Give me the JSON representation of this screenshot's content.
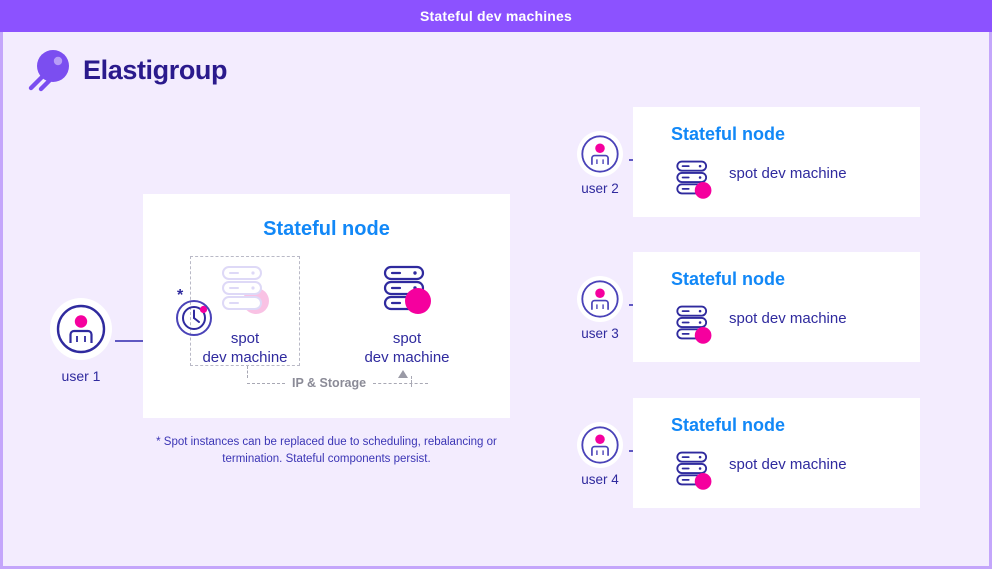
{
  "titlebar": {
    "title": "Stateful dev machines",
    "bg": "#8c52ff",
    "fg": "#ffffff"
  },
  "brand": {
    "name": "Elastigroup",
    "logo_icon": "elastigroup-comet-logo",
    "color": "#2a1a8c",
    "mark_color": "#7b4ef0"
  },
  "colors": {
    "canvas_bg": "#f3ecfe",
    "canvas_border": "#c4a6fb",
    "card_bg": "#ffffff",
    "heading_blue": "#1288f7",
    "navy": "#2f2a9e",
    "magenta": "#f5009e",
    "magenta_faded": "#f9c2e4",
    "stack_faded": "#ded9f7",
    "dashed_gray": "#a8a8b4",
    "footnote": "#3b35b5"
  },
  "main_panel": {
    "title": "Stateful node",
    "clock_icon": "clock-icon",
    "asterisk": "*",
    "machines": [
      {
        "icon": "server-stack-icon",
        "line1": "spot",
        "line2": "dev machine",
        "state": "faded"
      },
      {
        "icon": "server-stack-icon",
        "line1": "spot",
        "line2": "dev machine",
        "state": "active"
      }
    ],
    "connector_label": "IP & Storage",
    "connector_arrow_icon": "triangle-up-icon"
  },
  "footnote": "* Spot instances can be replaced due to scheduling, rebalancing or termination. Stateful components persist.",
  "user1": {
    "name": "user 1",
    "icon": "user-avatar-icon",
    "arrow_icon": "arrow-right-icon"
  },
  "rows": [
    {
      "user": {
        "name": "user 2",
        "icon": "user-avatar-icon"
      },
      "arrow_icon": "arrow-right-icon",
      "card": {
        "title": "Stateful node",
        "icon": "server-stack-icon",
        "text": "spot dev machine"
      }
    },
    {
      "user": {
        "name": "user 3",
        "icon": "user-avatar-icon"
      },
      "arrow_icon": "arrow-right-icon",
      "card": {
        "title": "Stateful node",
        "icon": "server-stack-icon",
        "text": "spot dev machine"
      }
    },
    {
      "user": {
        "name": "user 4",
        "icon": "user-avatar-icon"
      },
      "arrow_icon": "arrow-right-icon",
      "card": {
        "title": "Stateful node",
        "icon": "server-stack-icon",
        "text": "spot dev machine"
      }
    }
  ]
}
